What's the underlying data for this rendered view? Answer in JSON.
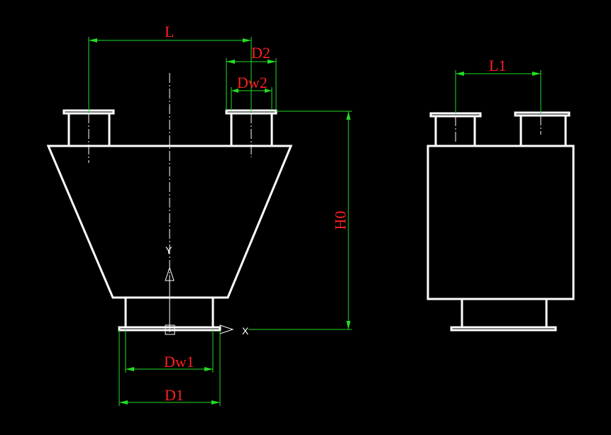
{
  "colors": {
    "background": "#000000",
    "outline": "#ffffff",
    "dimension": "#22dd22",
    "label": "#ff2020"
  },
  "dimensions": {
    "L": "L",
    "D2": "D2",
    "Dw2": "Dw2",
    "H0": "H0",
    "Dw1": "Dw1",
    "D1": "D1",
    "L1": "L1"
  },
  "ucs": {
    "x_axis": "X",
    "y_axis": "Y"
  }
}
